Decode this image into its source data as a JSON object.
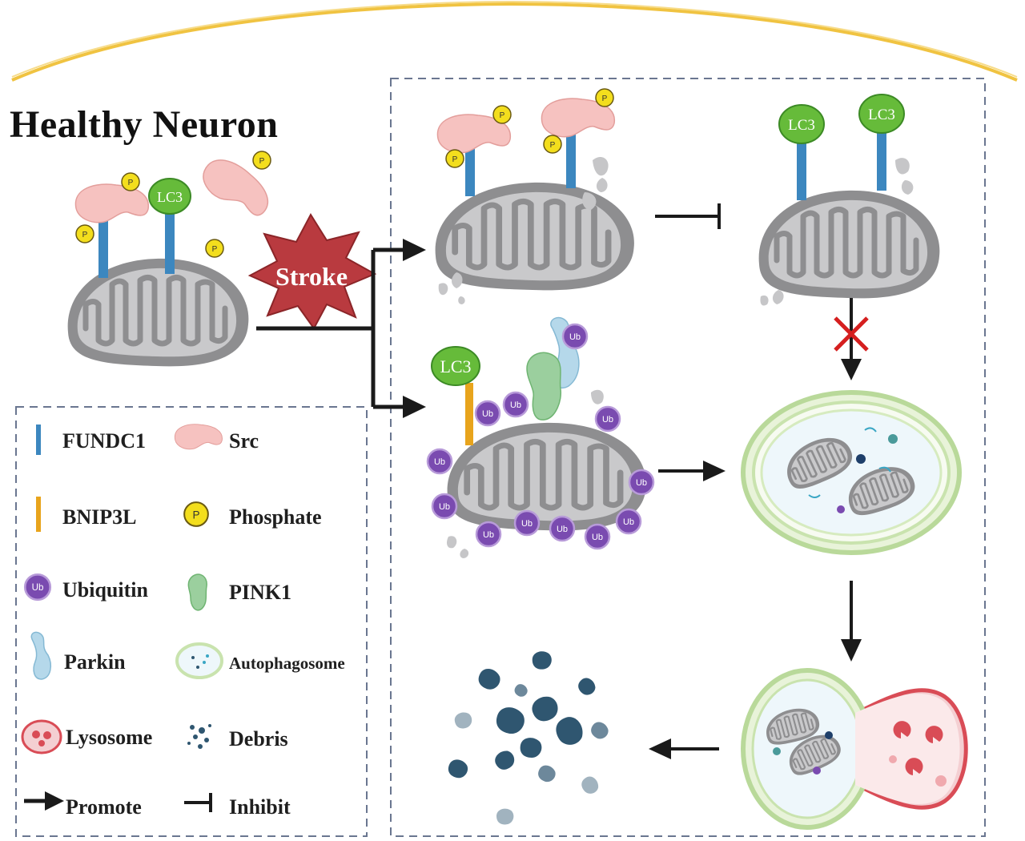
{
  "title": "Healthy Neuron",
  "labels": {
    "stroke": "Stroke",
    "lc3": "LC3",
    "phosphate_symbol": "P",
    "ubiquitin_symbol": "Ub"
  },
  "legend": {
    "fundc1": "FUNDC1",
    "src": "Src",
    "bnip3l": "BNIP3L",
    "phosphate": "Phosphate",
    "ubiquitin": "Ubiquitin",
    "pink1": "PINK1",
    "parkin": "Parkin",
    "autophagosome": "Autophagosome",
    "lysosome": "Lysosome",
    "debris": "Debris",
    "promote": "Promote",
    "inhibit": "Inhibit"
  },
  "colors": {
    "mito_fill": "#8e8e90",
    "mito_inner": "#c9c9cb",
    "fundc1": "#3c87bf",
    "src": "#f6c2c0",
    "bnip3l": "#e8a41c",
    "lc3": "#66bb3a",
    "phosphate": "#f3de1d",
    "ubiquitin": "#7a4bb0",
    "pink1": "#9bcf9e",
    "parkin": "#b5d8ea",
    "autophagosome": "#cfe6b6",
    "lysosome": "#d94c56",
    "debris": "#2f5670",
    "stroke": "#b93a3f",
    "frame": "#f0c341",
    "dash": "#6a7690",
    "inhibit_x": "#d51f1f"
  }
}
